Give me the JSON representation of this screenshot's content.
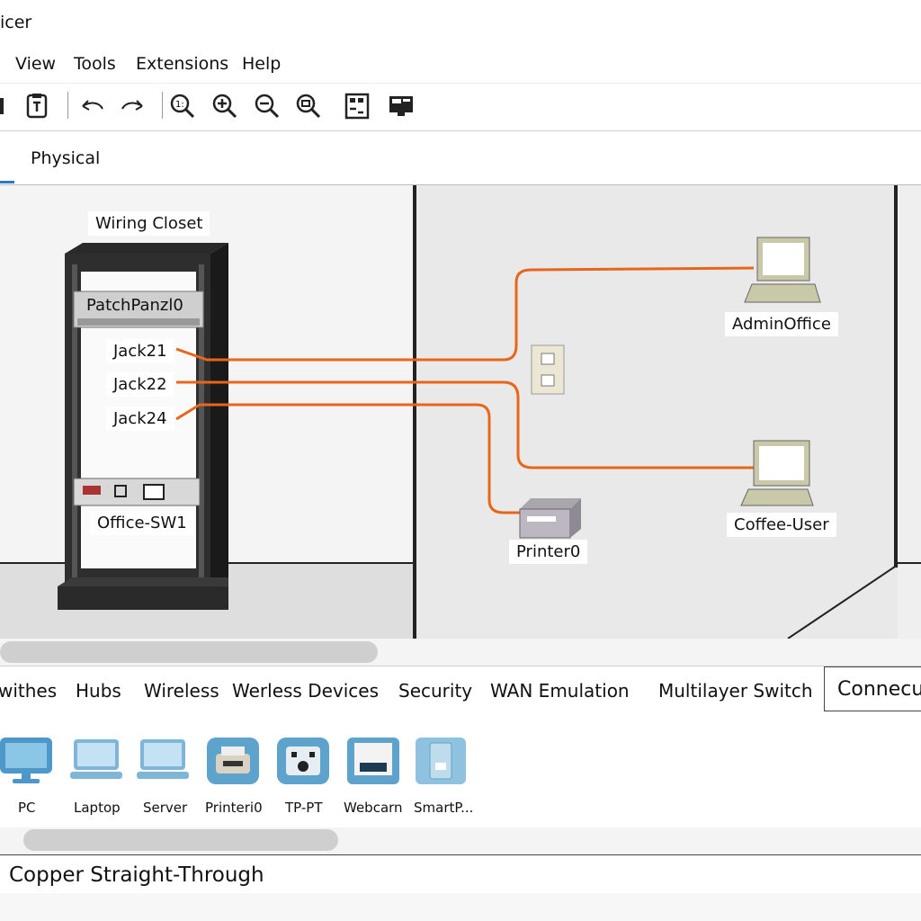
{
  "window": {
    "title": "icer"
  },
  "menu": {
    "items": [
      "View",
      "Tools",
      "Extensions",
      "Help"
    ]
  },
  "tabs": {
    "active": "Physical"
  },
  "workspace": {
    "wiring_closet": "Wiring Closet",
    "patch_panel": "PatchPanzl0",
    "jacks": [
      "Jack21",
      "Jack22",
      "Jack24"
    ],
    "switch": "Office-SW1",
    "devices": {
      "admin_office": "AdminOffice",
      "coffee_user": "Coffee-User",
      "printer": "Printer0"
    },
    "cable_color": "#e8661c"
  },
  "categories": [
    "withes",
    "Hubs",
    "Wireless",
    "Werless Devices",
    "Security",
    "WAN Emulation",
    "Multilayer Switch"
  ],
  "selected_category": "Connecu",
  "device_list": [
    "PC",
    "Laptop",
    "Server",
    "Printeri0",
    "TP-PT",
    "Webcarn",
    "SmartP..."
  ],
  "connection": {
    "type": "Copper Straight-Through"
  }
}
